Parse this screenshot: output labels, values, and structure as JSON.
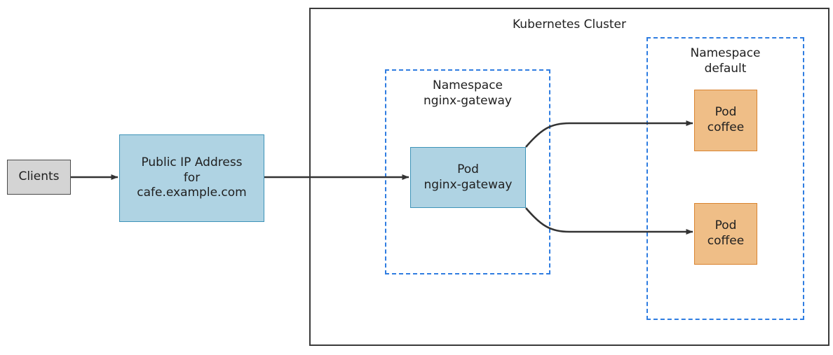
{
  "diagram": {
    "title": "Kubernetes Cluster",
    "clients": {
      "label": "Clients"
    },
    "public_ip": {
      "label": "Public IP Address\nfor\ncafe.example.com"
    },
    "namespaces": [
      {
        "id": "nginx-gateway",
        "title": "Namespace\nnginx-gateway",
        "pods": [
          {
            "label": "Pod\nnginx-gateway"
          }
        ]
      },
      {
        "id": "default",
        "title": "Namespace\ndefault",
        "pods": [
          {
            "label": "Pod\ncoffee"
          },
          {
            "label": "Pod\ncoffee"
          }
        ]
      }
    ],
    "colors": {
      "blue_fill": "#afd3e3",
      "blue_stroke": "#3d93b8",
      "orange_fill": "#efbe87",
      "orange_stroke": "#d9832f",
      "gray_fill": "#d4d4d4",
      "gray_stroke": "#4a4a4a",
      "dashed_border": "#2f7de1",
      "cluster_border": "#3a3a3a",
      "edge": "#333333"
    }
  }
}
